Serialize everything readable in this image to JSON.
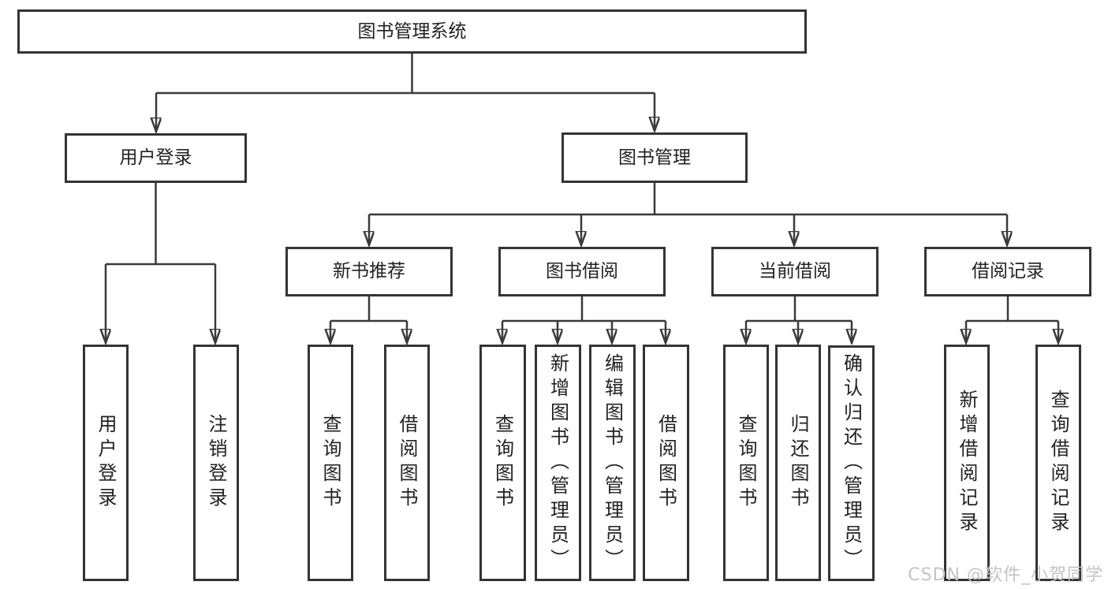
{
  "tree": {
    "label": "图书管理系统",
    "children": [
      {
        "label": "用户登录",
        "children": [
          {
            "label": "用户登录"
          },
          {
            "label": "注销登录"
          }
        ]
      },
      {
        "label": "图书管理",
        "children": [
          {
            "label": "新书推荐",
            "children": [
              {
                "label": "查询图书"
              },
              {
                "label": "借阅图书"
              }
            ]
          },
          {
            "label": "图书借阅",
            "children": [
              {
                "label": "查询图书"
              },
              {
                "label": "新增图书（管理员）"
              },
              {
                "label": "编辑图书（管理员）"
              },
              {
                "label": "借阅图书"
              }
            ]
          },
          {
            "label": "当前借阅",
            "children": [
              {
                "label": "查询图书"
              },
              {
                "label": "归还图书"
              },
              {
                "label": "确认归还（管理员）"
              }
            ]
          },
          {
            "label": "借阅记录",
            "children": [
              {
                "label": "新增借阅记录"
              },
              {
                "label": "查询借阅记录"
              }
            ]
          }
        ]
      }
    ]
  },
  "watermark": "CSDN @软件_小贺同学",
  "colors": {
    "line": "#3a3a3a",
    "box_border": "#343434",
    "box_fill": "#ffffff",
    "text": "#222222",
    "watermark": "#c4c4c4"
  }
}
